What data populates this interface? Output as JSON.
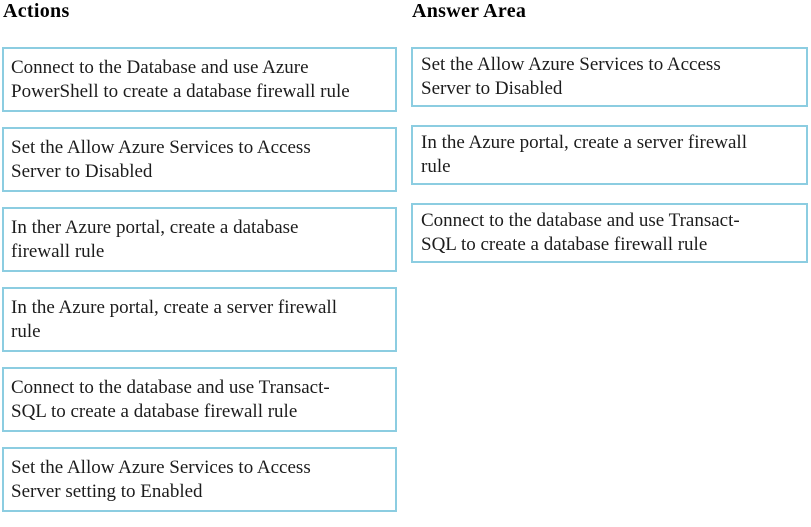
{
  "colors": {
    "background": "#ffffff",
    "box_border": "#8ccde1",
    "text": "#1c1c1c",
    "heading": "#000000"
  },
  "actions_panel": {
    "title": "Actions",
    "items": [
      "Connect to the Database and use Azure\nPowerShell to create a database firewall rule",
      "Set the Allow Azure Services to Access\nServer to Disabled",
      "In ther Azure portal, create a database\nfirewall rule",
      "In the Azure portal, create a server firewall\nrule",
      "Connect to the database and use Transact-\nSQL to create a database firewall rule",
      "Set the Allow Azure Services to Access\nServer setting to Enabled"
    ]
  },
  "answer_panel": {
    "title": "Answer Area",
    "items": [
      "Set the Allow Azure Services to Access\nServer to Disabled",
      "In the Azure portal, create a server firewall\nrule",
      "Connect to the database and use Transact-\nSQL to create a database firewall rule"
    ]
  }
}
